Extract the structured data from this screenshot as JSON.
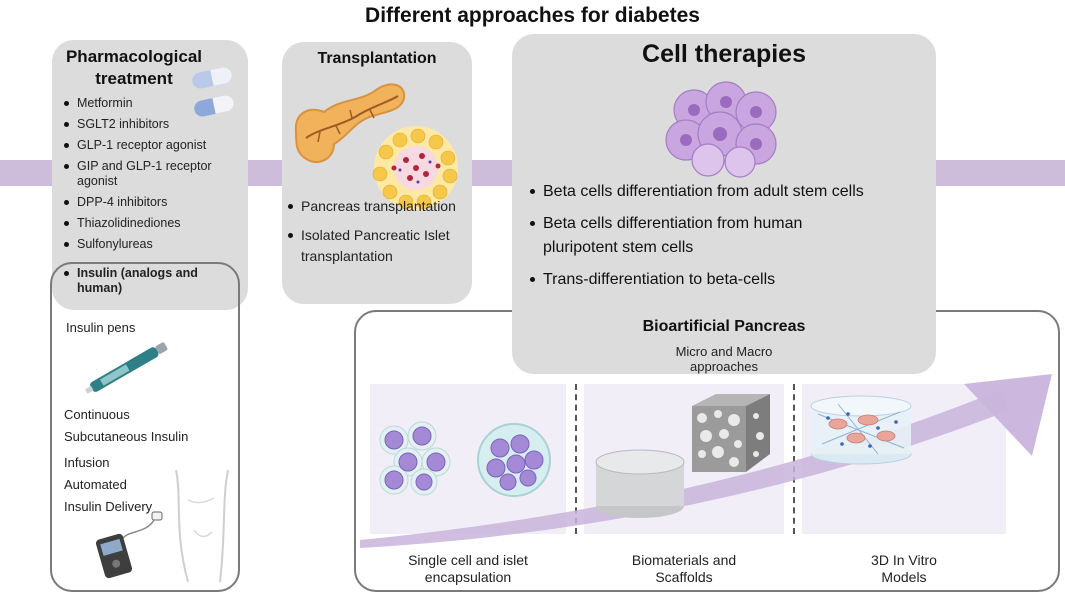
{
  "title": "Different approaches for diabetes",
  "pharmacological": {
    "heading_line1": "Pharmacological",
    "heading_line2": "treatment",
    "items": [
      "Metformin",
      "SGLT2 inhibitors",
      "GLP-1 receptor agonist",
      "GIP and GLP-1 receptor agonist",
      "DPP-4 inhibitors",
      "Thiazolidinediones",
      "Sulfonylureas"
    ],
    "insulin_item": "Insulin (analogs and human)"
  },
  "insulin_box": {
    "pens": "Insulin pens",
    "csii_line1": "Continuous",
    "csii_line2": "Subcutaneous Insulin",
    "csii_line3": "Infusion",
    "aid_line1": "Automated",
    "aid_line2": "Insulin Delivery"
  },
  "transplantation": {
    "heading": "Transplantation",
    "items": [
      "Pancreas transplantation",
      "Isolated Pancreatic Islet transplantation"
    ]
  },
  "cell_therapies": {
    "heading": "Cell therapies",
    "items": [
      "Beta cells differentiation from adult stem cells",
      "Beta cells differentiation from human pluripotent stem cells",
      "Trans-differentiation to beta-cells"
    ]
  },
  "bioartificial": {
    "heading": "Bioartificial Pancreas",
    "subtitle_line1": "Micro and Macro",
    "subtitle_line2": "approaches",
    "captions": [
      {
        "line1": "Single cell and islet",
        "line2": "encapsulation"
      },
      {
        "line1": "Biomaterials and",
        "line2": "Scaffolds"
      },
      {
        "line1": "3D In Vitro",
        "line2": "Models"
      }
    ]
  },
  "colors": {
    "panel": "#dcdcdc",
    "band": "#c9b8d8",
    "cell": "#c8a6dd",
    "outline": "#7a7a7a"
  }
}
